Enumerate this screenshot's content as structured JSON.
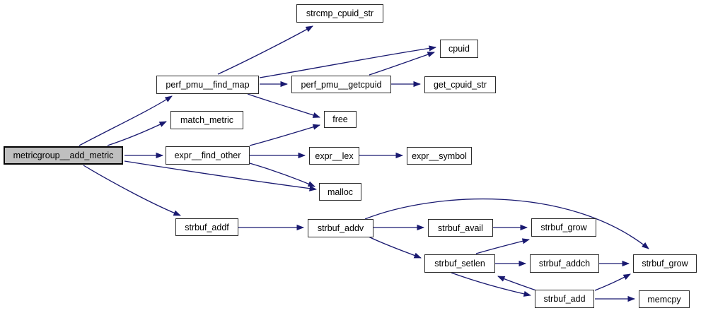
{
  "diagram": {
    "type": "call-graph",
    "colors": {
      "edge": "#191970",
      "node_border": "#2b2b2b",
      "node_fill": "#ffffff",
      "highlight_fill": "#bfbfbf",
      "background": "#ffffff",
      "text": "#000000"
    },
    "nodes": [
      {
        "label": "metricgroup__add_metric",
        "highlighted": true
      },
      {
        "label": "perf_pmu__find_map",
        "highlighted": false
      },
      {
        "label": "match_metric",
        "highlighted": false
      },
      {
        "label": "expr__find_other",
        "highlighted": false
      },
      {
        "label": "strbuf_addf",
        "highlighted": false
      },
      {
        "label": "strcmp_cpuid_str",
        "highlighted": false
      },
      {
        "label": "perf_pmu__getcpuid",
        "highlighted": false
      },
      {
        "label": "free",
        "highlighted": false
      },
      {
        "label": "expr__lex",
        "highlighted": false
      },
      {
        "label": "malloc",
        "highlighted": false
      },
      {
        "label": "strbuf_addv",
        "highlighted": false
      },
      {
        "label": "cpuid",
        "highlighted": false
      },
      {
        "label": "get_cpuid_str",
        "highlighted": false
      },
      {
        "label": "expr__symbol",
        "highlighted": false
      },
      {
        "label": "strbuf_avail",
        "highlighted": false
      },
      {
        "label": "strbuf_setlen",
        "highlighted": false
      },
      {
        "label": "strbuf_grow",
        "highlighted": false
      },
      {
        "label": "strbuf_addch",
        "highlighted": false
      },
      {
        "label": "strbuf_add",
        "highlighted": false
      },
      {
        "label": "strbuf_grow",
        "highlighted": false
      },
      {
        "label": "memcpy",
        "highlighted": false
      }
    ],
    "edges": [
      {
        "from": "metricgroup__add_metric",
        "to": "perf_pmu__find_map"
      },
      {
        "from": "metricgroup__add_metric",
        "to": "match_metric"
      },
      {
        "from": "metricgroup__add_metric",
        "to": "expr__find_other"
      },
      {
        "from": "metricgroup__add_metric",
        "to": "malloc"
      },
      {
        "from": "metricgroup__add_metric",
        "to": "strbuf_addf"
      },
      {
        "from": "perf_pmu__find_map",
        "to": "strcmp_cpuid_str"
      },
      {
        "from": "perf_pmu__find_map",
        "to": "cpuid"
      },
      {
        "from": "perf_pmu__find_map",
        "to": "perf_pmu__getcpuid"
      },
      {
        "from": "perf_pmu__find_map",
        "to": "free"
      },
      {
        "from": "perf_pmu__getcpuid",
        "to": "cpuid"
      },
      {
        "from": "perf_pmu__getcpuid",
        "to": "get_cpuid_str"
      },
      {
        "from": "expr__find_other",
        "to": "free"
      },
      {
        "from": "expr__find_other",
        "to": "expr__lex"
      },
      {
        "from": "expr__find_other",
        "to": "malloc"
      },
      {
        "from": "expr__lex",
        "to": "expr__symbol"
      },
      {
        "from": "strbuf_addf",
        "to": "strbuf_addv"
      },
      {
        "from": "strbuf_addv",
        "to": "strbuf_avail"
      },
      {
        "from": "strbuf_addv",
        "to": "strbuf_setlen"
      },
      {
        "from": "strbuf_addv",
        "to": "strbuf_grow(right)"
      },
      {
        "from": "strbuf_avail",
        "to": "strbuf_grow(top)"
      },
      {
        "from": "strbuf_setlen",
        "to": "strbuf_grow(top)"
      },
      {
        "from": "strbuf_setlen",
        "to": "strbuf_addch"
      },
      {
        "from": "strbuf_setlen",
        "to": "strbuf_add"
      },
      {
        "from": "strbuf_addch",
        "to": "strbuf_grow(right)"
      },
      {
        "from": "strbuf_add",
        "to": "strbuf_setlen"
      },
      {
        "from": "strbuf_add",
        "to": "strbuf_grow(right)"
      },
      {
        "from": "strbuf_add",
        "to": "memcpy"
      }
    ]
  }
}
